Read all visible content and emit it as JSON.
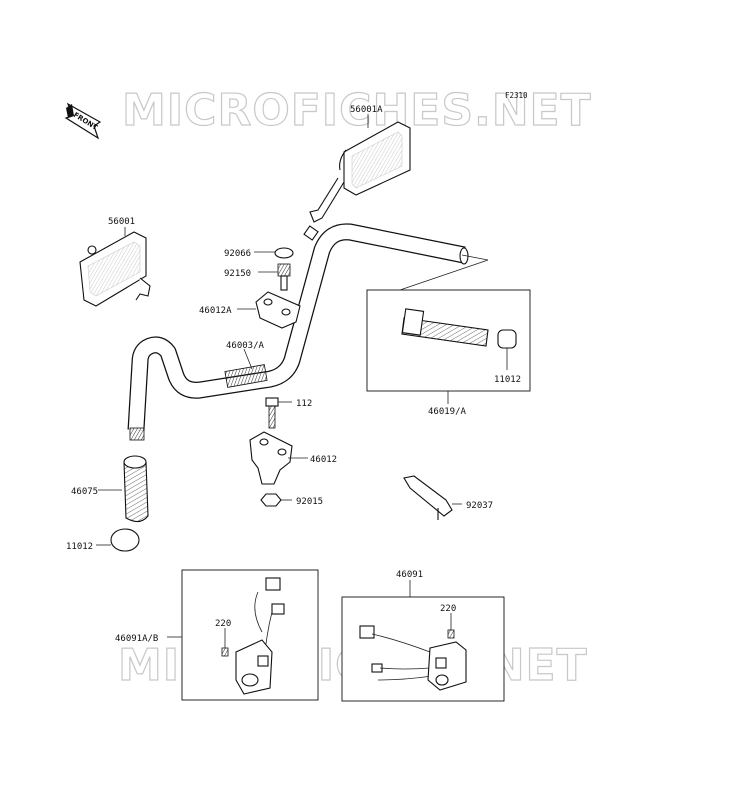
{
  "diagram": {
    "figure_code": "F2310",
    "watermark": "MICROFICHES.NET",
    "front_badge": "FRONT",
    "parts": {
      "p56001A": "56001A",
      "p56001": "56001",
      "p92066": "92066",
      "p92150": "92150",
      "p46012A": "46012A",
      "p46003A": "46003/A",
      "p11012_right": "11012",
      "p46019A": "46019/A",
      "p112": "112",
      "p46012": "46012",
      "p92015": "92015",
      "p92037": "92037",
      "p46075": "46075",
      "p11012_left": "11012",
      "p46091": "46091",
      "p46091AB": "46091A/B",
      "p220_left": "220",
      "p220_right": "220"
    }
  }
}
